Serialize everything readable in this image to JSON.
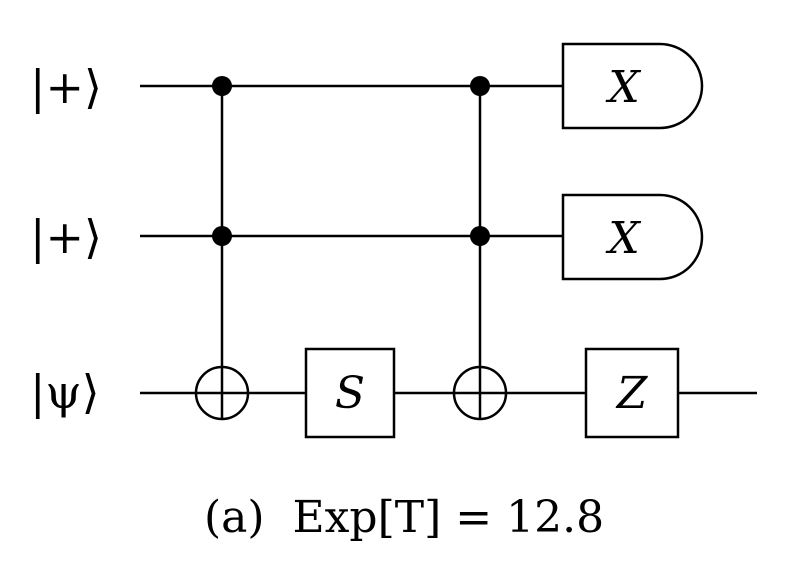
{
  "circuit": {
    "qubits": [
      {
        "label": "|+⟩"
      },
      {
        "label": "|+⟩"
      },
      {
        "label": "|ψ⟩"
      }
    ],
    "gates": {
      "measure_1": "X",
      "measure_2": "X",
      "s_gate": "S",
      "z_gate": "Z"
    },
    "caption": "(a)  Exp[T] = 12.8"
  }
}
